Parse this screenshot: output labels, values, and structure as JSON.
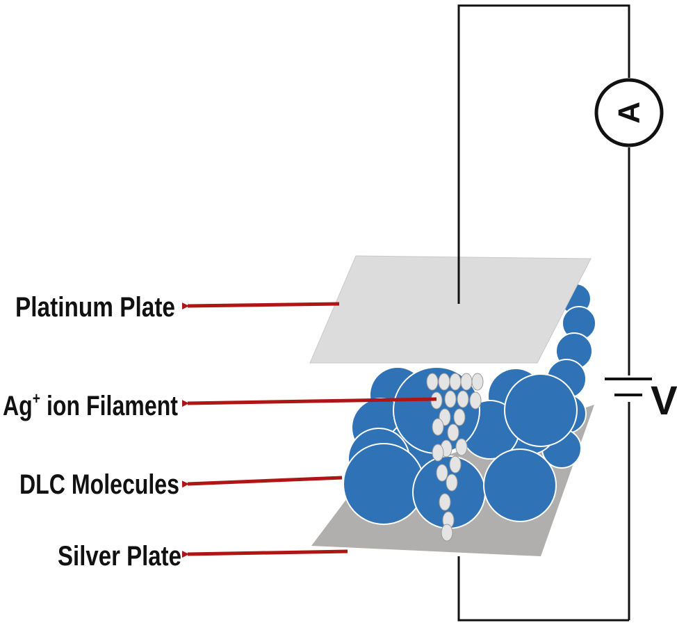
{
  "labels": {
    "platinum": "Platinum Plate",
    "ag_main": "Ag",
    "ag_sup": "+",
    "ag_rest": " ion Filament",
    "dlc": "DLC Molecules",
    "silver": "Silver Plate"
  },
  "circuit": {
    "ammeter_symbol": "A",
    "voltage_symbol": "V"
  },
  "colors": {
    "platinum_plate": "#dcdcdc",
    "silver_plate": "#b1aeae",
    "dlc_molecule": "#2f73b6",
    "filament_ion": "#e4e4e4",
    "arrow": "#b01515",
    "wire": "#111111"
  }
}
